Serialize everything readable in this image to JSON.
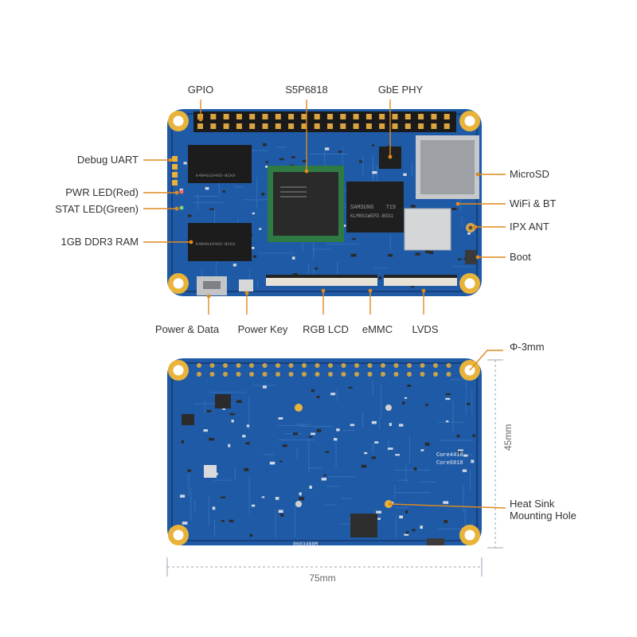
{
  "colors": {
    "pcb": "#1f5aa6",
    "pcb_dark": "#173f7a",
    "trace": "#4a86cf",
    "gold": "#e9b33a",
    "leader": "#e08a1e",
    "dimension": "#9aa5b5",
    "label": "#333333"
  },
  "top_board": {
    "labels": {
      "gpio": "GPIO",
      "soc": "S5P6818",
      "gbe_phy": "GbE PHY",
      "debug_uart": "Debug UART",
      "pwr_led": "PWR LED(Red)",
      "stat_led": "STAT LED(Green)",
      "ddr3": "1GB DDR3 RAM",
      "microsd": "MicroSD",
      "wifi_bt": "WiFi & BT",
      "ipx_ant": "IPX ANT",
      "boot": "Boot",
      "power_data": "Power & Data",
      "power_key": "Power Key",
      "rgb_lcd": "RGB LCD",
      "emmc": "eMMC",
      "lvds": "LVDS"
    },
    "chip_text": {
      "ram_top": "K4B4G1646D-BCK0",
      "ram_bottom": "K4B4G1646D-BCK0",
      "emmc_brand": "SAMSUNG",
      "emmc_part": "KLM8G1WEPD-B031",
      "emmc_date": "719"
    }
  },
  "bottom_board": {
    "labels": {
      "hole_diameter": "Φ-3mm",
      "heat_sink": "Heat Sink",
      "mounting_hole": "Mounting Hole",
      "height": "45mm",
      "width": "75mm"
    },
    "silkscreen": {
      "core_4418": "Core4418",
      "core_6818": "Core6818",
      "serial": "8603488M"
    }
  }
}
